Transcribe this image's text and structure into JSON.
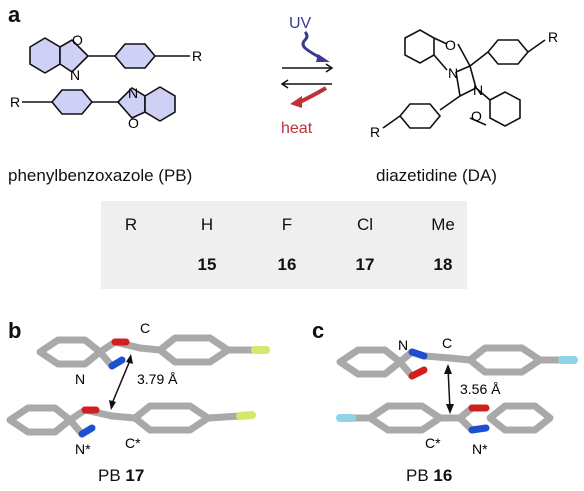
{
  "panel_labels": {
    "a": "a",
    "b": "b",
    "c": "c"
  },
  "reaction": {
    "forward_label": "UV",
    "reverse_label": "heat",
    "uv_color": "#3b3b8f",
    "heat_color": "#c0303a",
    "left_caption": "phenylbenzoxazole (PB)",
    "right_caption": "diazetidine (DA)"
  },
  "atoms": {
    "O": "O",
    "N": "N",
    "R": "R"
  },
  "table": {
    "header": [
      "R",
      "H",
      "F",
      "Cl",
      "Me"
    ],
    "compounds": [
      "15",
      "16",
      "17",
      "18"
    ]
  },
  "panel_b": {
    "label_C": "C",
    "label_N": "N",
    "label_Nstar": "N*",
    "label_Cstar": "C*",
    "distance": "3.79 Å",
    "caption_prefix": "PB",
    "caption_num": "17",
    "halogen_color": "#d6e86a"
  },
  "panel_c": {
    "label_C": "C",
    "label_N": "N",
    "label_Nstar": "N*",
    "label_Cstar": "C*",
    "distance": "3.56 Å",
    "caption_prefix": "PB",
    "caption_num": "16",
    "halogen_color": "#8fd3e8"
  },
  "colors": {
    "ring_fill": "#cfd0f5",
    "carbon": "#a9a9a9",
    "oxygen": "#d11f1f",
    "nitrogen": "#1f4fd1"
  }
}
